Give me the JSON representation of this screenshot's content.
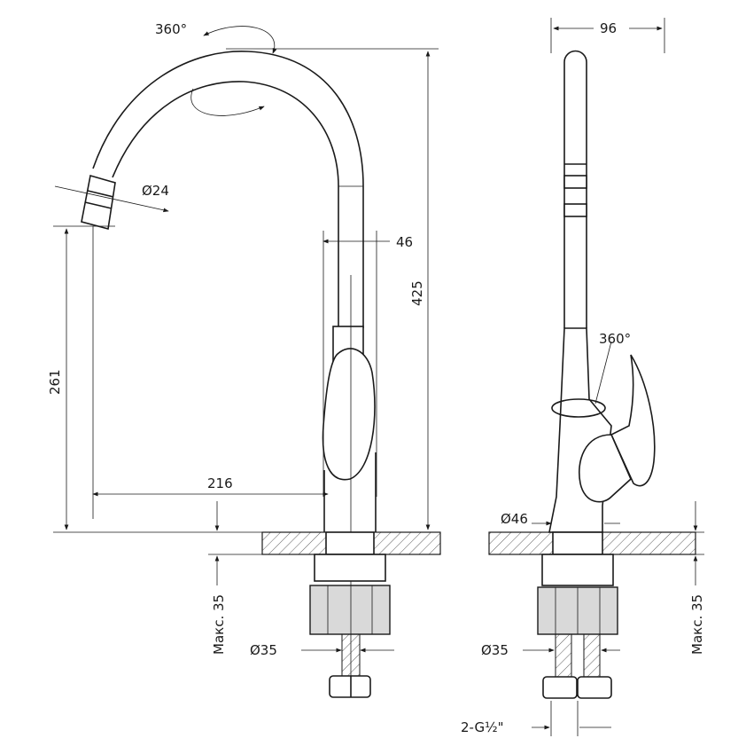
{
  "front_view": {
    "rotation_top": "360°",
    "spout_diameter": "Ø24",
    "body_width": "46",
    "total_height": "425",
    "spout_height": "261",
    "spout_reach": "216",
    "max_counter_thickness": "Макс. 35",
    "mount_diameter": "Ø35"
  },
  "side_view": {
    "width": "96",
    "rotation_body": "360°",
    "base_diameter": "Ø46",
    "mount_diameter": "Ø35",
    "max_counter_thickness": "Макс. 35",
    "hose_thread": "2-G½\""
  }
}
